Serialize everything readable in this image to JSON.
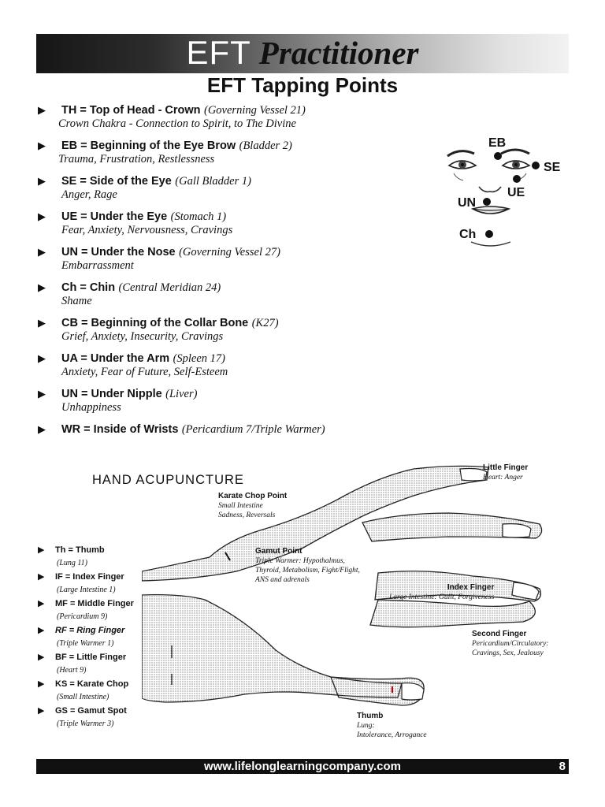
{
  "header": {
    "eft": "EFT",
    "practitioner": "Practitioner"
  },
  "subtitle": "EFT Tapping Points",
  "bullet": "▶",
  "points": [
    {
      "head": "TH = Top of Head - Crown",
      "meridian": "(Governing Vessel 21)",
      "emotion": "Crown Chakra - Connection to Spirit, to The Divine"
    },
    {
      "head": "EB = Beginning of the Eye Brow",
      "meridian": "(Bladder 2)",
      "emotion": "Trauma, Frustration, Restlessness"
    },
    {
      "head": "SE = Side of the Eye",
      "meridian": "(Gall Bladder 1)",
      "emotion": "Anger, Rage"
    },
    {
      "head": "UE = Under the Eye",
      "meridian": "(Stomach 1)",
      "emotion": "Fear, Anxiety, Nervousness, Cravings"
    },
    {
      "head": "UN = Under the Nose",
      "meridian": "(Governing Vessel 27)",
      "emotion": "Embarrassment"
    },
    {
      "head": "Ch = Chin",
      "meridian": "(Central Meridian 24)",
      "emotion": "Shame"
    },
    {
      "head": "CB = Beginning of the Collar Bone",
      "meridian": "(K27)",
      "emotion": "Grief, Anxiety, Insecurity, Cravings"
    },
    {
      "head": "UA = Under the Arm",
      "meridian": "(Spleen 17)",
      "emotion": "Anxiety, Fear of Future, Self-Esteem"
    },
    {
      "head": "UN = Under Nipple",
      "meridian": "(Liver)",
      "emotion": "Unhappiness"
    },
    {
      "head": "WR = Inside of Wrists",
      "meridian": "(Pericardium 7/Triple Warmer)",
      "emotion": ""
    }
  ],
  "face_labels": {
    "eb": "EB",
    "se": "SE",
    "ue": "UE",
    "un": "UN",
    "ch": "Ch"
  },
  "hand": {
    "title": "HAND ACUPUNCTURE",
    "list": [
      {
        "label": "Th = Thumb",
        "sub": "(Lung 11)"
      },
      {
        "label": "IF = Index Finger",
        "sub": "(Large Intestine 1)"
      },
      {
        "label": "MF = Middle Finger",
        "sub": "(Pericardium 9)"
      },
      {
        "label": "RF = Ring Finger",
        "sub": "(Triple Warmer 1)"
      },
      {
        "label": "BF = Little Finger",
        "sub": "(Heart 9)"
      },
      {
        "label": "KS = Karate Chop",
        "sub": "(Small Intestine)"
      },
      {
        "label": "GS = Gamut Spot",
        "sub": "(Triple Warmer 3)"
      }
    ],
    "annotations": {
      "little_finger": {
        "title": "Little Finger",
        "l1": "Heart: Anger"
      },
      "karate": {
        "title": "Karate Chop Point",
        "l1": "Small Intestine",
        "l2": "Sadness, Reversals"
      },
      "gamut": {
        "title": "Gamut Point",
        "l1": "Triple Warmer: Hypothalmus,",
        "l2": "Thyroid, Metabolism, Fight/Flight,",
        "l3": "ANS and adrenals"
      },
      "index": {
        "title": "Index Finger",
        "l1": "Large Intestine: Guilt, Forgiveness"
      },
      "second": {
        "title": "Second Finger",
        "l1": "Pericardium/Circulatory:",
        "l2": "Cravings, Sex, Jealousy"
      },
      "thumb": {
        "title": "Thumb",
        "l1": "Lung:",
        "l2": "Intolerance, Arrogance"
      }
    }
  },
  "footer": {
    "url": "www.lifelonglearningcompany.com",
    "page": "8"
  }
}
